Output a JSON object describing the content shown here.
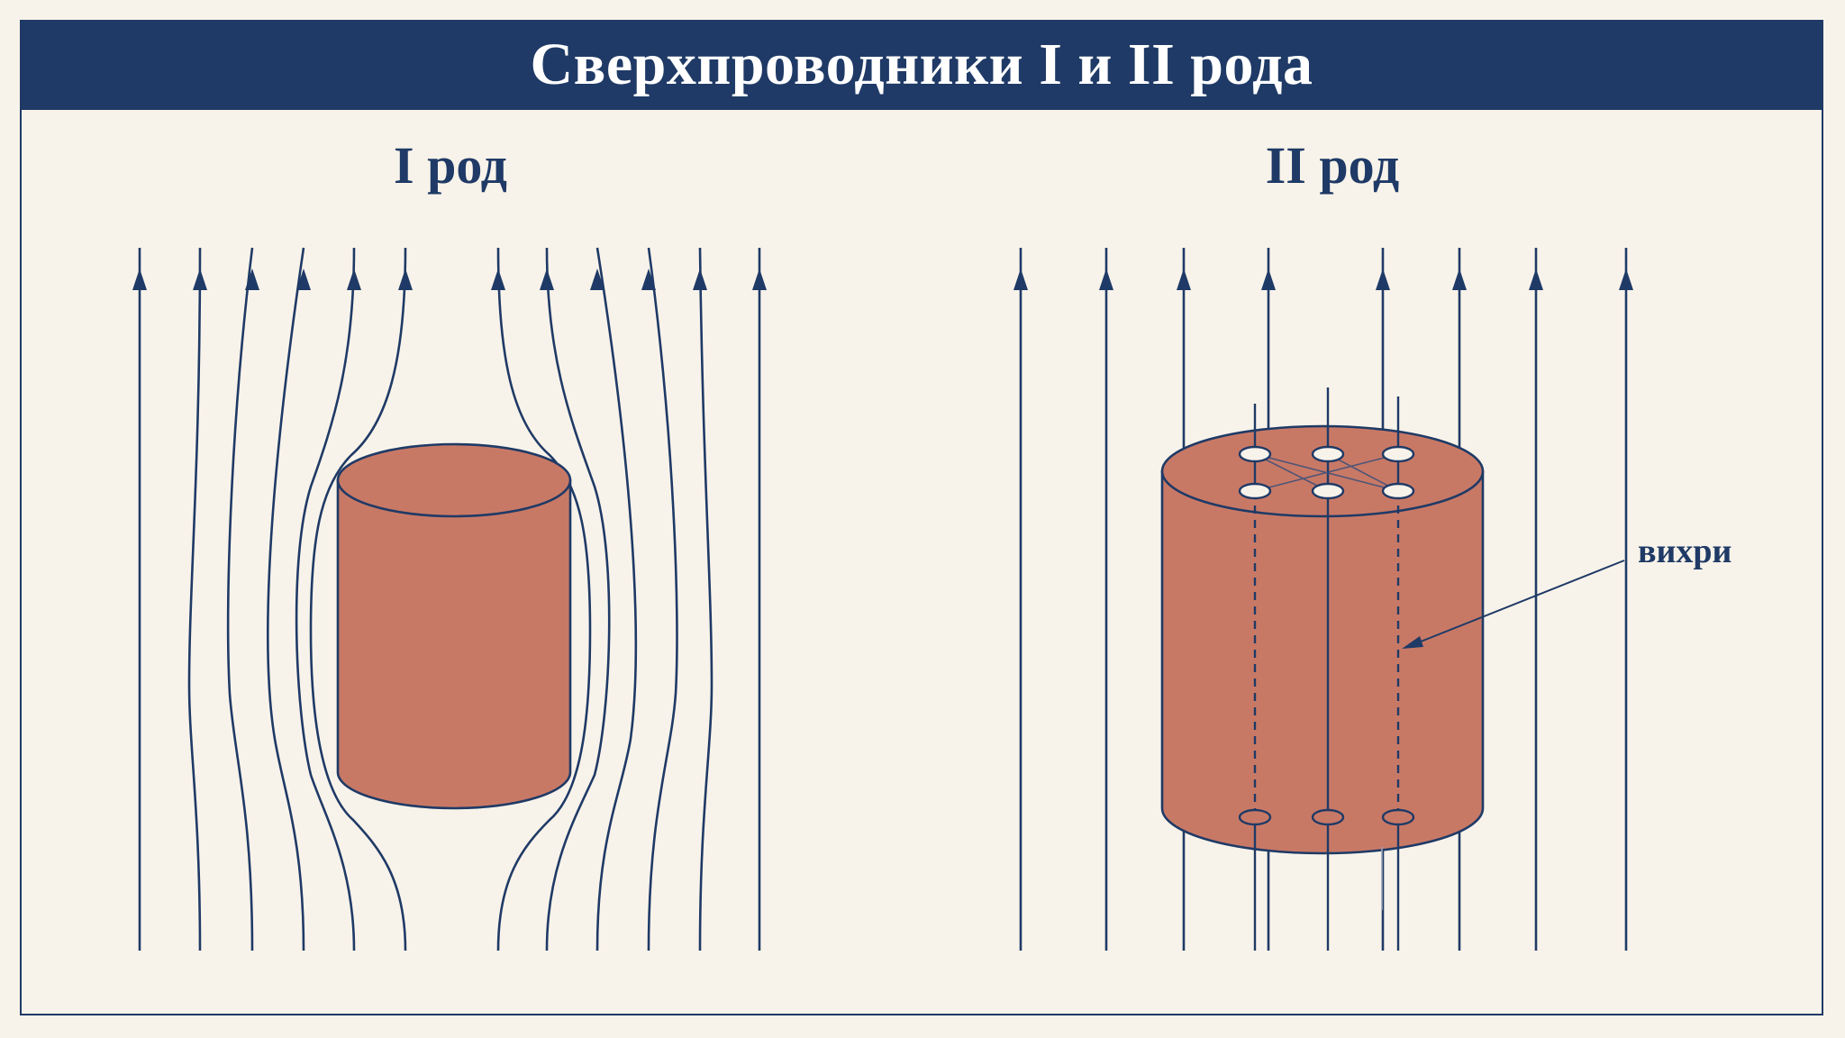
{
  "title": "Сверхпроводники I и II рода",
  "panels": {
    "left": {
      "heading": "I род"
    },
    "right": {
      "heading": "II род",
      "annotation": "вихри"
    }
  },
  "colors": {
    "navy": "#1f3a66",
    "cylinder": "#c87966",
    "background": "#f8f3ea"
  },
  "icons": {
    "field-line-arrow": "upward arrowhead on magnetic field line"
  }
}
